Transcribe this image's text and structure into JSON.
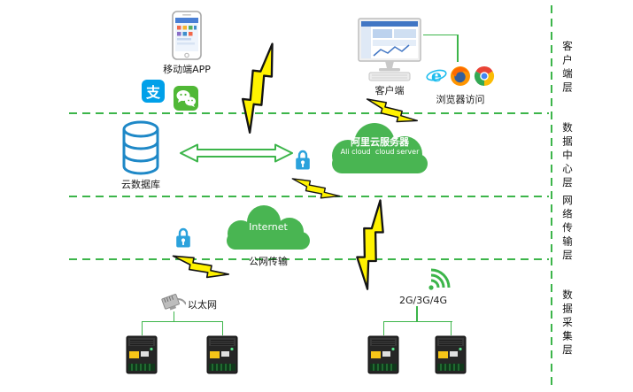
{
  "layers": [
    {
      "label": "客户端层"
    },
    {
      "label": "数据中心层"
    },
    {
      "label": "网络传输层"
    },
    {
      "label": "数据采集层"
    }
  ],
  "client_layer": {
    "mobile_app_label": "移动端APP",
    "alipay_glyph": "支",
    "client_label": "客户端",
    "browser_label": "浏览器访问"
  },
  "data_center_layer": {
    "cloud_db_label": "云数据库",
    "ali_cloud_label_cn": "阿里云服务器",
    "ali_cloud_label_en": "Ali cloud  cloud server"
  },
  "network_layer": {
    "internet_label": "Internet",
    "public_transmission_label": "公网传输"
  },
  "collection_layer": {
    "ethernet_label": "以太网",
    "cellular_label": "2G/3G/4G"
  },
  "icons": [
    "smartphone-icon",
    "alipay-icon",
    "wechat-icon",
    "desktop-icon",
    "ie-icon",
    "firefox-icon",
    "chrome-icon",
    "database-icon",
    "cloud-icon",
    "lock-icon",
    "lightning-bolt-icon",
    "double-arrow-icon",
    "ethernet-plug-icon",
    "wifi-signal-icon",
    "device-icon"
  ],
  "colors": {
    "diagram_green": "#3cb54a",
    "cloud_green": "#49b552",
    "database_blue": "#1e88c7",
    "lock_blue": "#2ba2dc",
    "bolt_yellow": "#fff200",
    "wechat_green": "#50b836",
    "alipay_blue": "#00a0e9"
  }
}
